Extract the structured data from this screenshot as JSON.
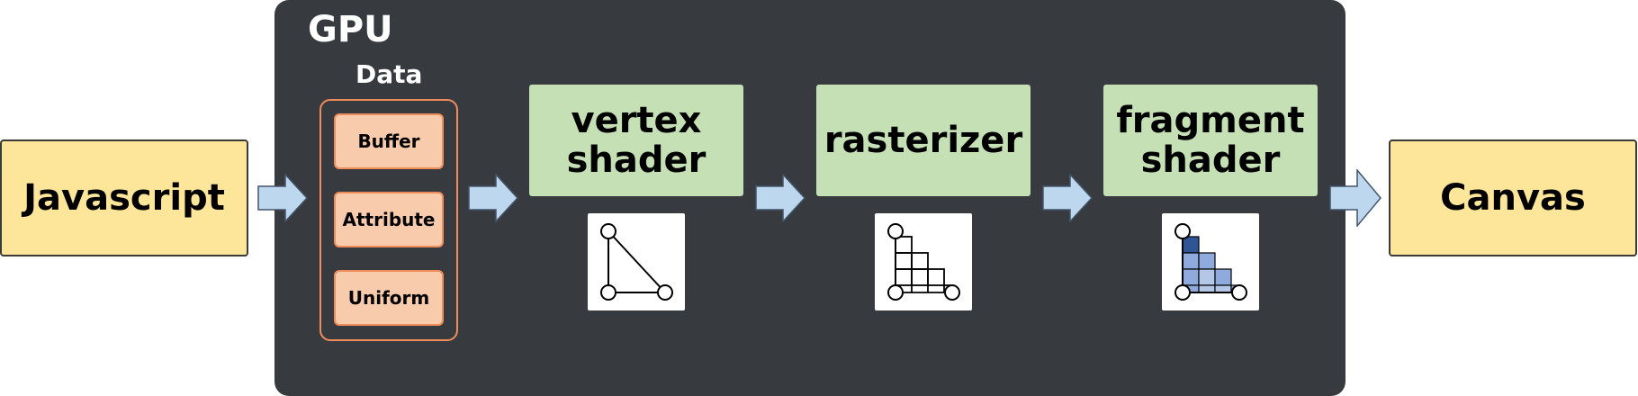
{
  "javascript_label": "Javascript",
  "canvas_label": "Canvas",
  "gpu": {
    "title": "GPU",
    "data_title": "Data",
    "data_items": [
      "Buffer",
      "Attribute",
      "Uniform"
    ],
    "stages": [
      {
        "label": "vertex shader",
        "icon": "triangle-vertices-icon"
      },
      {
        "label": "rasterizer",
        "icon": "rasterized-grid-icon"
      },
      {
        "label": "fragment shader",
        "icon": "shaded-fragments-icon"
      }
    ]
  },
  "colors": {
    "endpoint_fill": "#fde599",
    "gpu_panel": "#373b40",
    "data_border": "#ef8d5a",
    "data_fill": "#f8cbad",
    "stage_fill": "#c5e0b4",
    "arrow_fill": "#bdd7ee",
    "fragment_dark": "#2f5597",
    "fragment_light": "#8faadc",
    "fragment_lighter": "#b4c7e7"
  }
}
